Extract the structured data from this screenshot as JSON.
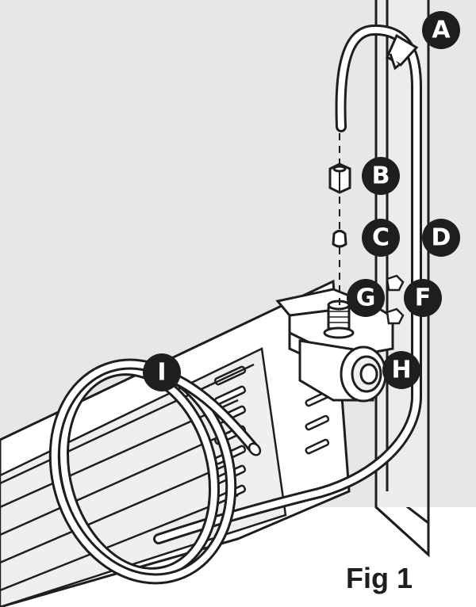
{
  "figure": {
    "caption": "Fig 1"
  },
  "callouts": {
    "A": "A",
    "B": "B",
    "C": "C",
    "D": "D",
    "F": "F",
    "G": "G",
    "H": "H",
    "I": "I"
  },
  "colors": {
    "background": "#e7e7e8",
    "outline": "#1e1e1e",
    "callout": "#1e1e1e",
    "callout_text": "#ffffff"
  }
}
